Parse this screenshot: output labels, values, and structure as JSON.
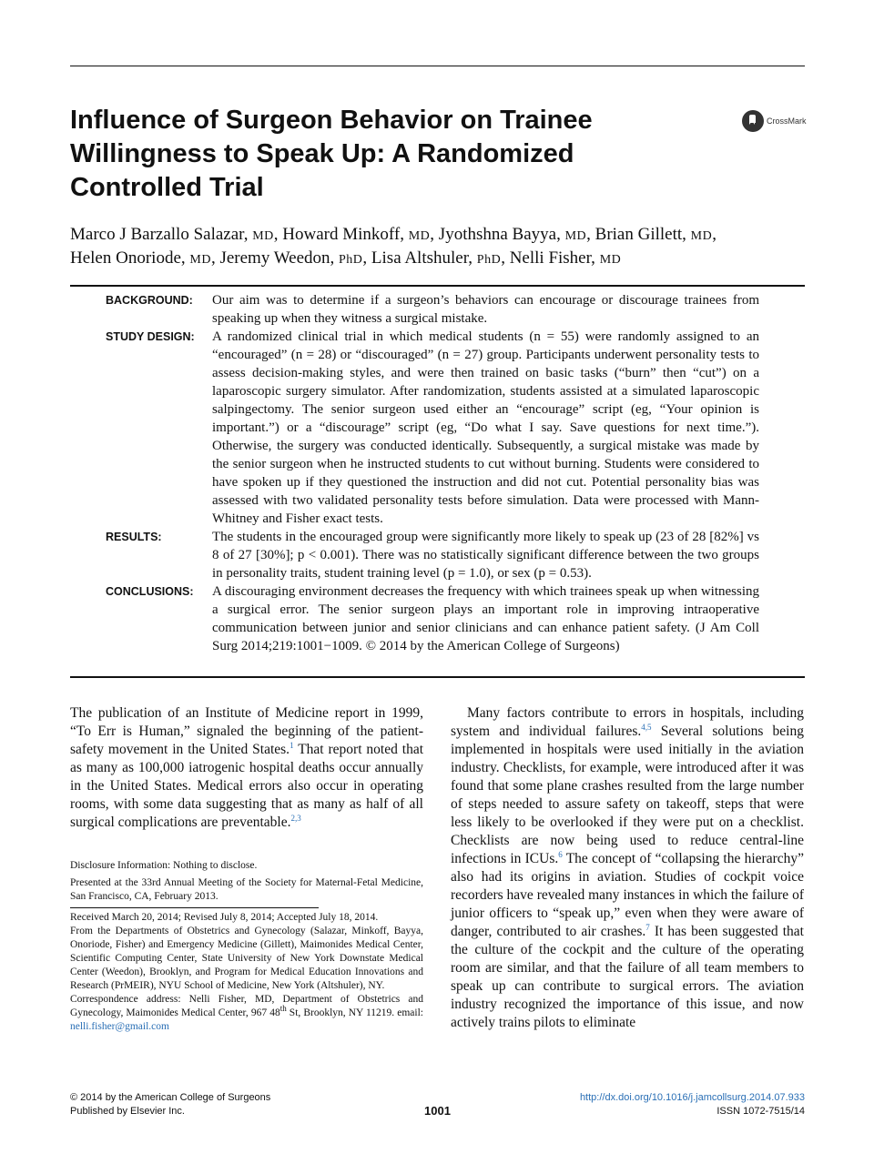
{
  "title": "Influence of Surgeon Behavior on Trainee Willingness to Speak Up: A Randomized Controlled Trial",
  "crossmark_label": "CrossMark",
  "authors": [
    {
      "name": "Marco J Barzallo Salazar,",
      "degree": "MD",
      "sep": ","
    },
    {
      "name": "Howard Minkoff,",
      "degree": "MD",
      "sep": ","
    },
    {
      "name": "Jyothshna Bayya,",
      "degree": "MD",
      "sep": ","
    },
    {
      "name": "Brian Gillett,",
      "degree": "MD",
      "sep": ","
    },
    {
      "name": "Helen Onoriode,",
      "degree": "MD",
      "sep": ","
    },
    {
      "name": "Jeremy Weedon,",
      "degree": "PhD",
      "sep": ","
    },
    {
      "name": "Lisa Altshuler,",
      "degree": "PhD",
      "sep": ","
    },
    {
      "name": "Nelli Fisher,",
      "degree": "MD",
      "sep": ""
    }
  ],
  "abstract": {
    "background": {
      "label": "BACKGROUND:",
      "text": "Our aim was to determine if a surgeon’s behaviors can encourage or discourage trainees from speaking up when they witness a surgical mistake."
    },
    "study_design": {
      "label": "STUDY DESIGN:",
      "text": "A randomized clinical trial in which medical students (n = 55) were randomly assigned to an “encouraged” (n = 28) or “discouraged” (n = 27) group. Participants underwent personality tests to assess decision-making styles, and were then trained on basic tasks (“burn” then “cut”) on a laparoscopic surgery simulator. After randomization, students assisted at a simulated laparoscopic salpingectomy. The senior surgeon used either an “encourage” script (eg, “Your opinion is important.”) or a “discourage” script (eg, “Do what I say. Save questions for next time.”). Otherwise, the surgery was conducted identically. Subsequently, a surgical mistake was made by the senior surgeon when he instructed students to cut without burning. Students were considered to have spoken up if they questioned the instruction and did not cut. Potential personality bias was assessed with two validated personality tests before simulation. Data were processed with Mann-Whitney and Fisher exact tests."
    },
    "results": {
      "label": "RESULTS:",
      "text": "The students in the encouraged group were significantly more likely to speak up (23 of 28 [82%] vs 8 of 27 [30%]; p < 0.001). There was no statistically significant difference between the two groups in personality traits, student training level (p = 1.0), or sex (p = 0.53)."
    },
    "conclusions": {
      "label": "CONCLUSIONS:",
      "text": "A discouraging environment decreases the frequency with which trainees speak up when witnessing a surgical error. The senior surgeon plays an important role in improving intraoperative communication between junior and senior clinicians and can enhance patient safety. (J Am Coll Surg 2014;219:1001−1009. © 2014 by the American College of Surgeons)"
    }
  },
  "body_left": {
    "p1_a": "The publication of an Institute of Medicine report in 1999, “To Err is Human,” signaled the beginning of the patient-safety movement in the United States.",
    "p1_ref1": "1",
    "p1_b": " That report noted that as many as 100,000 iatrogenic hospital deaths occur annually in the United States. Medical errors also occur in operating rooms, with some data suggesting that as many as half of all surgical complications are preventable.",
    "p1_ref2": "2,3"
  },
  "notes": {
    "disclosure": "Disclosure Information: Nothing to disclose.",
    "presented": "Presented at the 33rd Annual Meeting of the Society for Maternal-Fetal Medicine, San Francisco, CA, February 2013.",
    "received": "Received March 20, 2014; Revised July 8, 2014; Accepted July 18, 2014.",
    "affiliations": "From the Departments of Obstetrics and Gynecology (Salazar, Minkoff, Bayya, Onoriode, Fisher) and Emergency Medicine (Gillett), Maimonides Medical Center, Scientific Computing Center, State University of New York Downstate Medical Center (Weedon), Brooklyn, and Program for Medical Education Innovations and Research (PrMEIR), NYU School of Medicine, New York (Altshuler), NY.",
    "corr_a": "Correspondence address: Nelli Fisher, MD, Department of Obstetrics and Gynecology, Maimonides Medical Center, 967 48",
    "corr_sup": "th",
    "corr_b": " St, Brooklyn, NY 11219. email: ",
    "email": "nelli.fisher@gmail.com"
  },
  "body_right": {
    "a": "Many factors contribute to errors in hospitals, including system and individual failures.",
    "ref_a": "4,5",
    "b": " Several solutions being implemented in hospitals were used initially in the aviation industry. Checklists, for example, were introduced after it was found that some plane crashes resulted from the large number of steps needed to assure safety on takeoff, steps that were less likely to be overlooked if they were put on a checklist. Checklists are now being used to reduce central-line infections in ICUs.",
    "ref_b": "6",
    "c": " The concept of “collapsing the hierarchy” also had its origins in aviation. Studies of cockpit voice recorders have revealed many instances in which the failure of junior officers to “speak up,” even when they were aware of danger, contributed to air crashes.",
    "ref_c": "7",
    "d": " It has been suggested that the culture of the cockpit and the culture of the operating room are similar, and that the failure of all team members to speak up can contribute to surgical errors. The aviation industry recognized the importance of this issue, and now actively trains pilots to eliminate"
  },
  "footer": {
    "copyright": "© 2014 by the American College of Surgeons",
    "publisher": "Published by Elsevier Inc.",
    "page": "1001",
    "doi": "http://dx.doi.org/10.1016/j.jamcollsurg.2014.07.933",
    "issn": "ISSN 1072-7515/14"
  }
}
